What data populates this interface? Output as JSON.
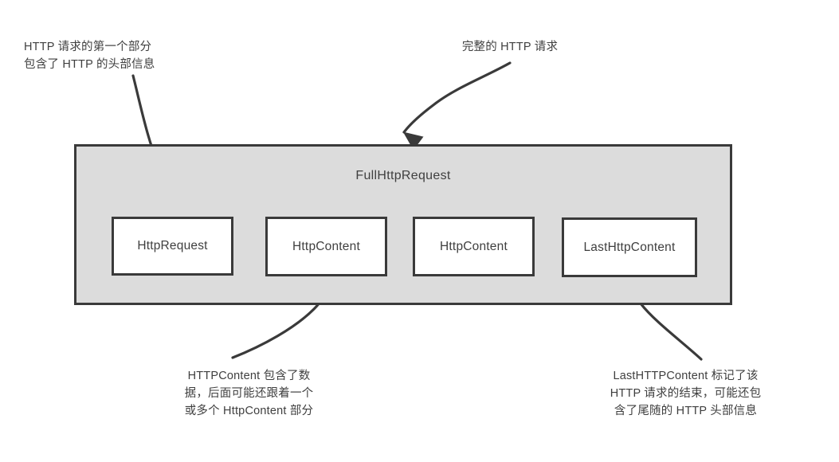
{
  "diagram": {
    "title": "FullHttpRequest",
    "container": {
      "label": "FullHttpRequest",
      "fill_color": "#dcdcdc",
      "border_color": "#3a3a3a"
    },
    "parts": [
      {
        "label": "HttpRequest"
      },
      {
        "label": "HttpContent"
      },
      {
        "label": "HttpContent"
      },
      {
        "label": "LastHttpContent"
      }
    ],
    "annotations": {
      "top_left": "HTTP 请求的第一个部分\n包含了 HTTP 的头部信息",
      "top_center": "完整的 HTTP 请求",
      "bottom_left": "HTTPContent 包含了数\n据，后面可能还跟着一个\n或多个 HttpContent 部分",
      "bottom_right": "LastHTTPContent 标记了该\nHTTP 请求的结束，可能还包\n含了尾随的 HTTP 头部信息"
    },
    "arrows": [
      {
        "name": "arrow-to-httprequest",
        "from": "top-left-note",
        "to": "HttpRequest"
      },
      {
        "name": "arrow-to-container",
        "from": "top-center-note",
        "to": "FullHttpRequest"
      },
      {
        "name": "arrow-to-httpcontent",
        "from": "bottom-left-note",
        "to": "HttpContent"
      },
      {
        "name": "arrow-to-lasthttpcontent",
        "from": "bottom-right-note",
        "to": "LastHttpContent"
      }
    ],
    "colors": {
      "background": "#ffffff",
      "stroke": "#3a3a3a",
      "text": "#3f3f3f"
    }
  }
}
